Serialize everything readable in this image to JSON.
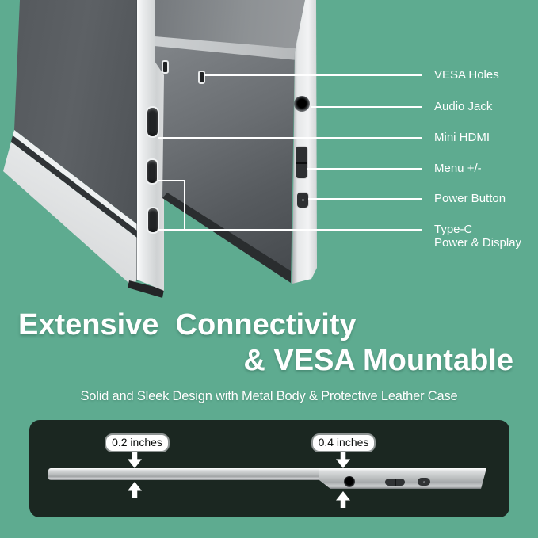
{
  "colors": {
    "background_green": "#5EAB90",
    "profile_panel_dark": "#1B2721",
    "text_white": "#FFFFFF",
    "measure_border_gray": "#8E9493"
  },
  "callouts": [
    {
      "label": "VESA Holes"
    },
    {
      "label": "Audio Jack"
    },
    {
      "label": "Mini HDMI"
    },
    {
      "label": "Menu +/-"
    },
    {
      "label": "Power Button"
    },
    {
      "label": "Type-C",
      "sublabel": "Power & Display"
    }
  ],
  "headline": {
    "line1": "Extensive  Connectivity",
    "line2": "& VESA Mountable"
  },
  "subtitle": "Solid and Sleek Design with Metal Body & Protective Leather Case",
  "profile_measurements": {
    "screen_edge": "0.2 inches",
    "port_section": "0.4 inches"
  }
}
